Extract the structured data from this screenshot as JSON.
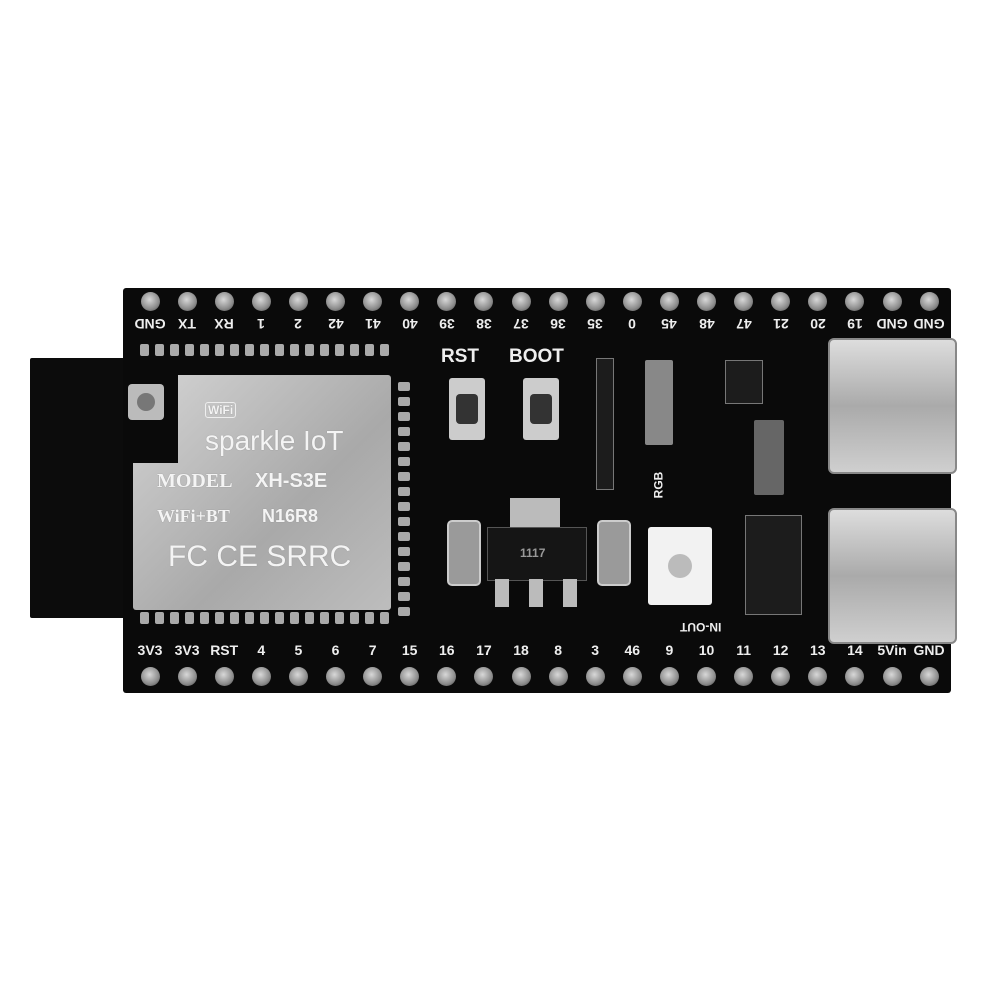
{
  "module": {
    "wifi_logo": "WiFi",
    "brand": "sparkle IoT",
    "model_label": "MODEL",
    "model": "XH-S3E",
    "features": "WiFi+BT",
    "variant": "N16R8",
    "certifications": "FC CE SRRC"
  },
  "buttons": {
    "rst": "RST",
    "boot": "BOOT"
  },
  "silkscreen": {
    "rgb": "RGB",
    "in_out": "IN-OUT",
    "regulator": "1117"
  },
  "header_top": [
    "GND",
    "TX",
    "RX",
    "1",
    "2",
    "42",
    "41",
    "40",
    "39",
    "38",
    "37",
    "36",
    "35",
    "0",
    "45",
    "48",
    "47",
    "21",
    "20",
    "19",
    "GND",
    "GND"
  ],
  "header_bottom": [
    "3V3",
    "3V3",
    "RST",
    "4",
    "5",
    "6",
    "7",
    "15",
    "16",
    "17",
    "18",
    "8",
    "3",
    "46",
    "9",
    "10",
    "11",
    "12",
    "13",
    "14",
    "5Vin",
    "GND"
  ]
}
